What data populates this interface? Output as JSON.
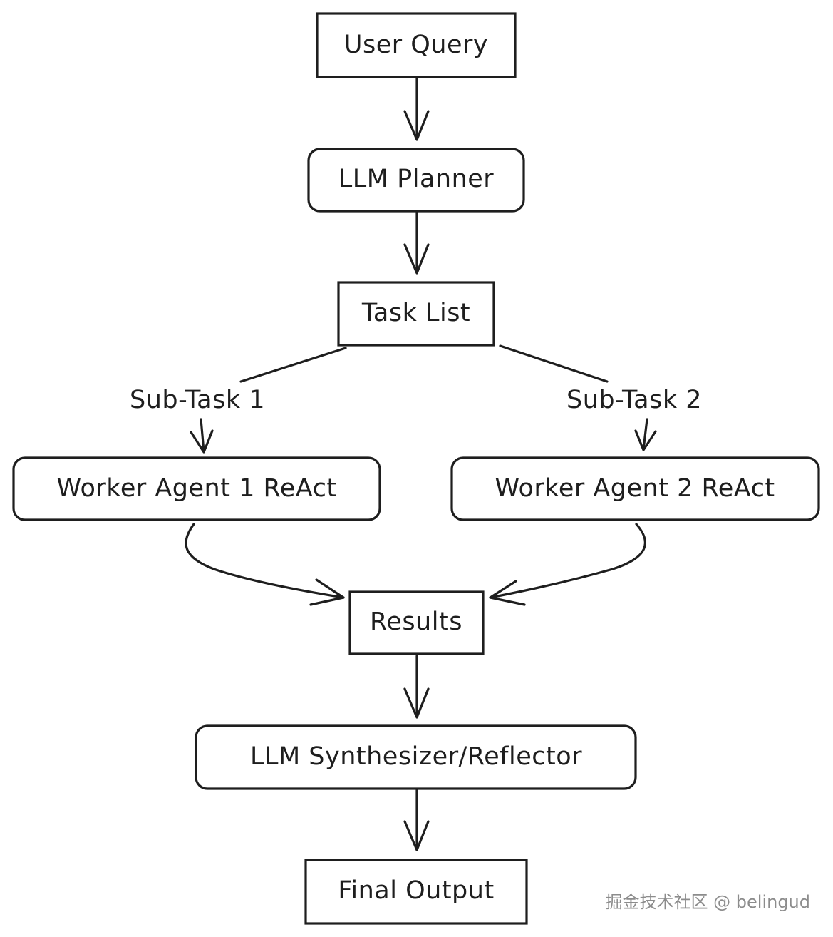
{
  "nodes": {
    "user_query": "User Query",
    "llm_planner": "LLM Planner",
    "task_list": "Task List",
    "worker_agent_1": "Worker Agent 1 ReAct",
    "worker_agent_2": "Worker Agent 2 ReAct",
    "results": "Results",
    "synthesizer": "LLM Synthesizer/Reflector",
    "final_output": "Final Output"
  },
  "edges": {
    "sub_task_1": "Sub-Task 1",
    "sub_task_2": "Sub-Task 2"
  },
  "watermark": "掘金技术社区 @ belingud",
  "colors": {
    "stroke": "#1e1e1e",
    "background": "#ffffff",
    "watermark": "#8c8c8c"
  }
}
